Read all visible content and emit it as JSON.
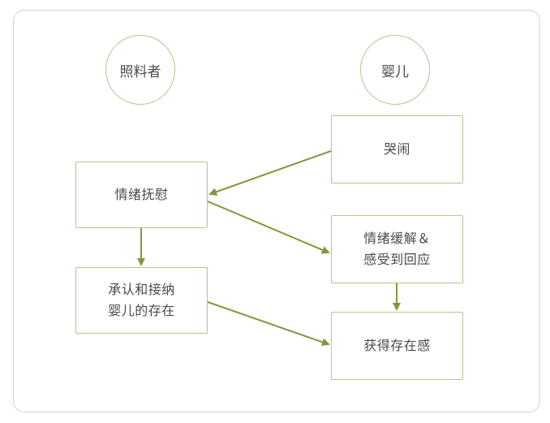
{
  "diagram": {
    "roles": {
      "caregiver": "照料者",
      "baby": "婴儿"
    },
    "nodes": {
      "cry": "哭闹",
      "soothe": "情绪抚慰",
      "relief": "情绪缓解＆\n感受到回应",
      "accept": "承认和接纳\n婴儿的存在",
      "presence": "获得存在感"
    },
    "edges": [
      {
        "from": "cry",
        "to": "soothe"
      },
      {
        "from": "soothe",
        "to": "relief"
      },
      {
        "from": "soothe",
        "to": "accept"
      },
      {
        "from": "relief",
        "to": "presence"
      },
      {
        "from": "accept",
        "to": "presence"
      }
    ],
    "colors": {
      "border": "#b5c48f",
      "arrow": "#7d9a3c",
      "frame": "#cfd6c3",
      "text": "#4a4a4a"
    }
  }
}
